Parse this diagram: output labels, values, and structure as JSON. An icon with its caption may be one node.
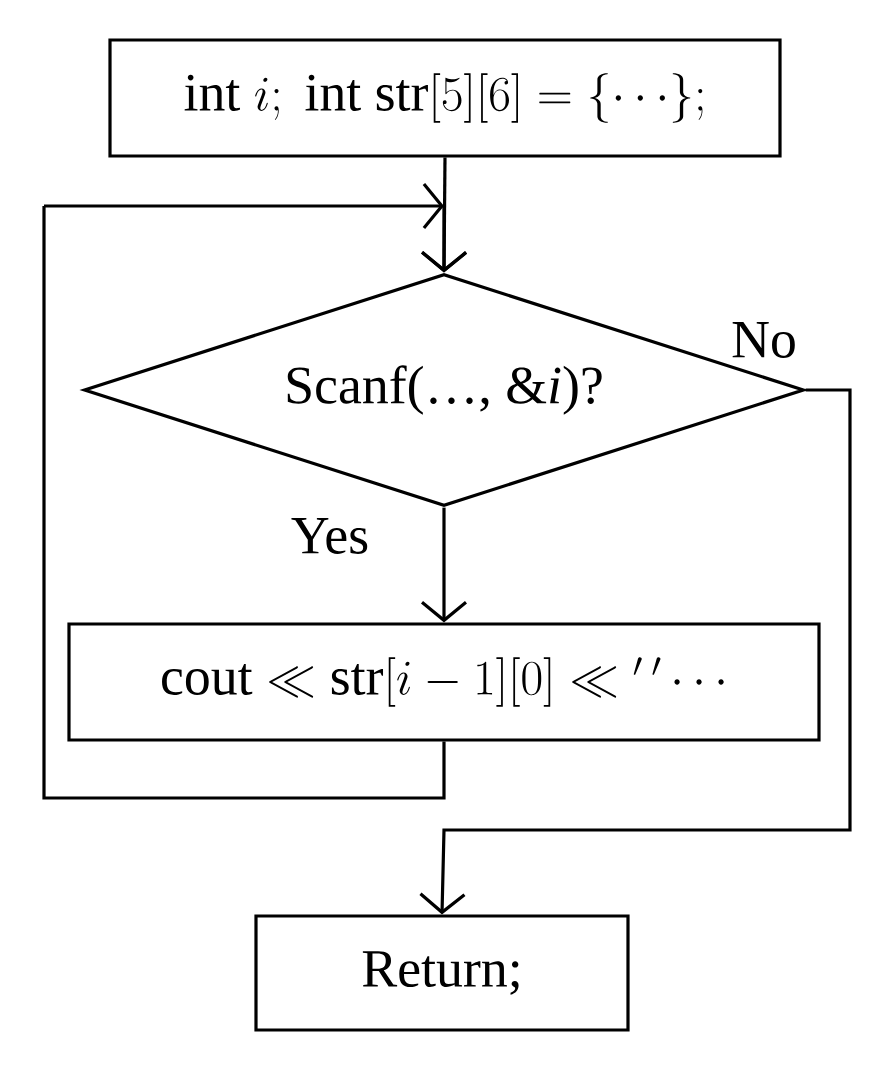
{
  "diagram": {
    "nodes": [
      {
        "text": [
          "\\mathrm{int}\\ i;\\ \\mathrm{int\\ str}[5][6]=\\{\\cdots\\};"
        ]
      },
      {
        "text": [
          "Scanf(…, &*i*)?"
        ]
      },
      {
        "text": [
          "\\mathrm{cout}\\ll\\mathrm{str}[i-1][0]\\ll{}'\\,'\\cdots"
        ]
      },
      {
        "text": [
          "Return;"
        ]
      }
    ],
    "edges": [
      {
        "from": 0,
        "to": 1,
        "arrow": "to"
      },
      {
        "from": 1,
        "to": 2,
        "arrow": "to",
        "label": "Yes"
      },
      {
        "from": 2,
        "to": 1,
        "arrow": "to"
      },
      {
        "from": 1,
        "to": 3,
        "arrow": "to",
        "label": "No"
      }
    ]
  }
}
